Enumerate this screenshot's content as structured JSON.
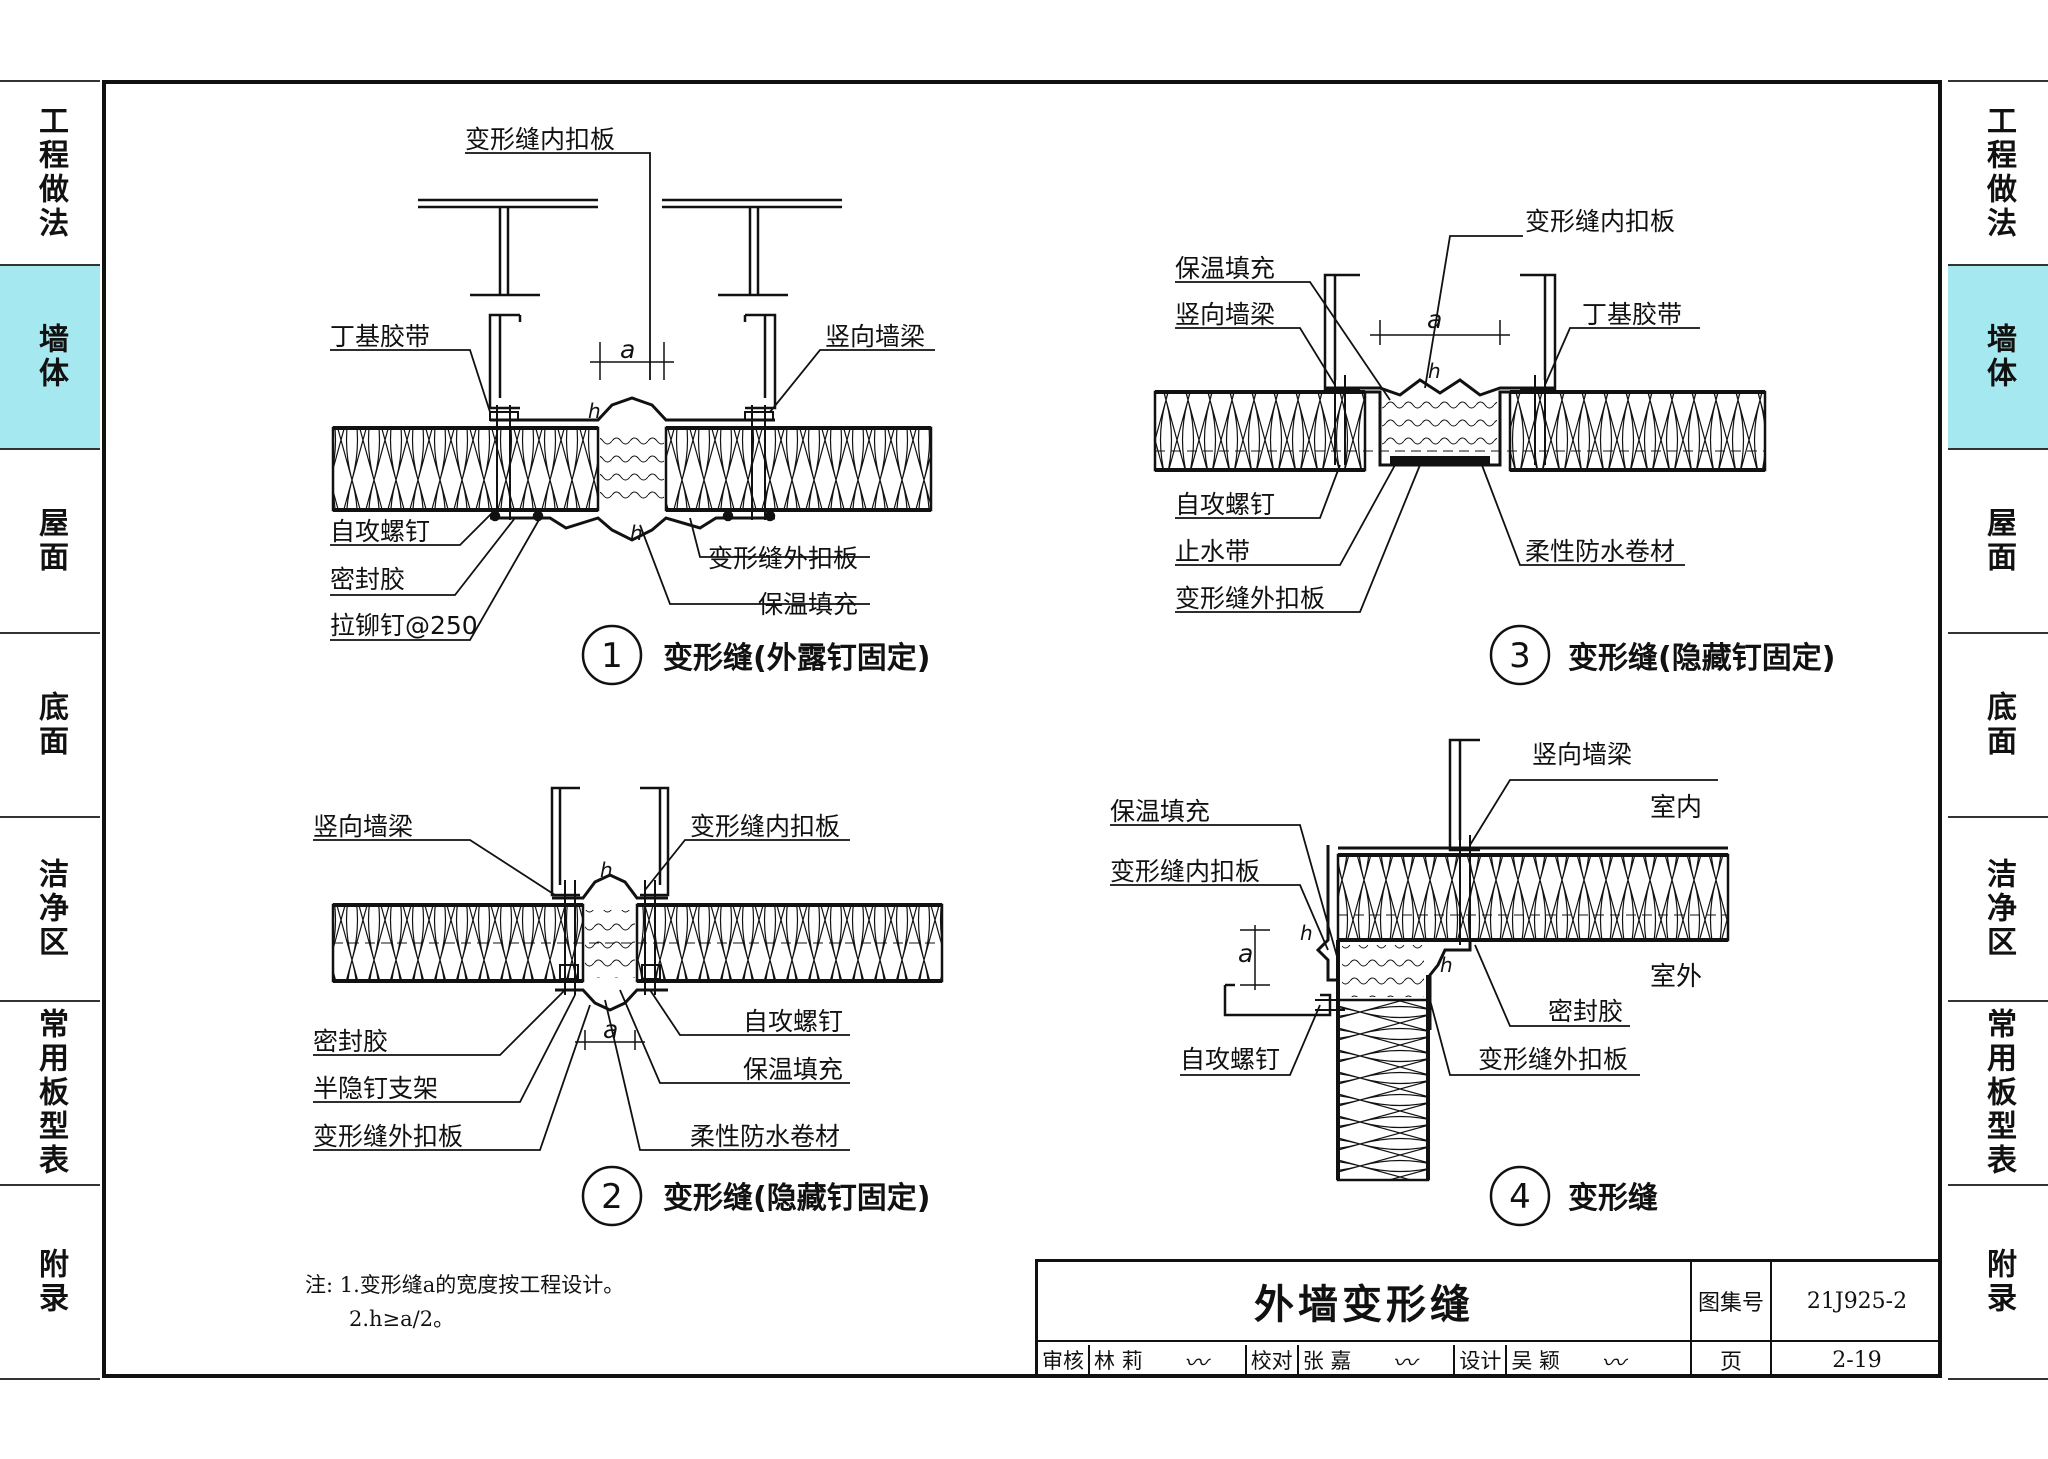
{
  "side_tabs": [
    "工程做法",
    "墙体",
    "屋面",
    "底面",
    "洁净区",
    "常用板型表",
    "附录"
  ],
  "active_tab": "墙体",
  "colors": {
    "active_tab": "#a6e8f0",
    "line": "#111111"
  },
  "details": {
    "d1": {
      "number": "1",
      "title": "变形缝(外露钉固定)",
      "labels": {
        "inner_cover": "变形缝内扣板",
        "butyl_tape": "丁基胶带",
        "wall_beam": "竖向墙梁",
        "screw": "自攻螺钉",
        "sealant": "密封胶",
        "rivet": "拉铆钉@250",
        "outer_cover": "变形缝外扣板",
        "insulation_fill": "保温填充"
      }
    },
    "d2": {
      "number": "2",
      "title": "变形缝(隐藏钉固定)",
      "labels": {
        "wall_beam": "竖向墙梁",
        "inner_cover": "变形缝内扣板",
        "sealant": "密封胶",
        "bracket": "半隐钉支架",
        "outer_cover": "变形缝外扣板",
        "screw": "自攻螺钉",
        "insulation_fill": "保温填充",
        "membrane": "柔性防水卷材"
      }
    },
    "d3": {
      "number": "3",
      "title": "变形缝(隐藏钉固定)",
      "labels": {
        "inner_cover": "变形缝内扣板",
        "insulation_fill": "保温填充",
        "wall_beam": "竖向墙梁",
        "butyl_tape": "丁基胶带",
        "screw": "自攻螺钉",
        "water_stop": "止水带",
        "outer_cover": "变形缝外扣板",
        "membrane": "柔性防水卷材"
      }
    },
    "d4": {
      "number": "4",
      "title": "变形缝",
      "labels": {
        "wall_beam": "竖向墙梁",
        "insulation_fill": "保温填充",
        "indoor": "室内",
        "inner_cover": "变形缝内扣板",
        "outdoor": "室外",
        "sealant": "密封胶",
        "screw": "自攻螺钉",
        "outer_cover": "变形缝外扣板"
      }
    }
  },
  "dims": {
    "a": "a",
    "h": "h"
  },
  "notes": {
    "line1": "注: 1.变形缝a的宽度按工程设计。",
    "line2": "2.h≥a/2。"
  },
  "title_block": {
    "title": "外墙变形缝",
    "atlas_label": "图集号",
    "atlas_no": "21J925-2",
    "page_label": "页",
    "page_no": "2-19",
    "review_label": "审核",
    "review_name": "林 莉",
    "check_label": "校对",
    "check_name": "张 嘉",
    "design_label": "设计",
    "design_name": "吴 颖"
  }
}
